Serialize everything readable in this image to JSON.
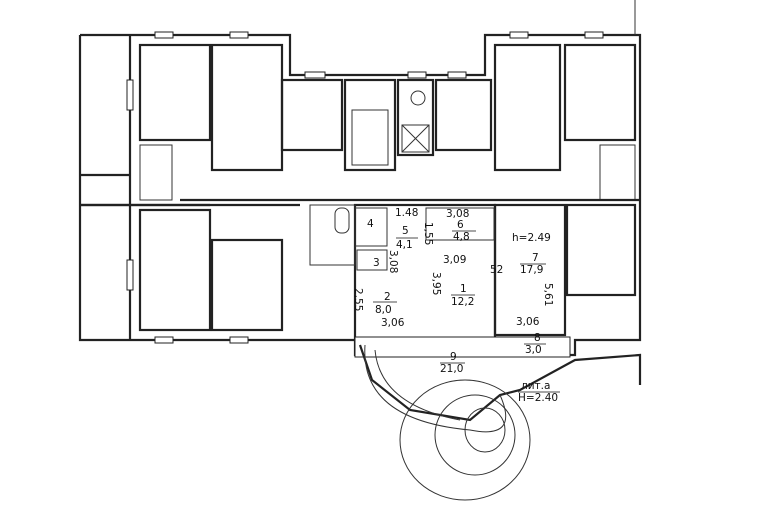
{
  "rooms": [
    {
      "number": "1",
      "area": "12,2"
    },
    {
      "number": "2",
      "area": "8,0"
    },
    {
      "number": "3"
    },
    {
      "number": "4"
    },
    {
      "number": "5",
      "area": "4,1"
    },
    {
      "number": "6",
      "area": "4,8"
    },
    {
      "number": "7",
      "area": "17,9"
    },
    {
      "number": "8",
      "area": "3,0"
    },
    {
      "number": "9",
      "area": "21,0"
    }
  ],
  "dimensions": {
    "d_1_48": "1.48",
    "d_1_55": "1,55",
    "d_3_08_top": "3,08",
    "d_3_08_v": "3,08",
    "d_3_09": "3,09",
    "d_3_95": "3,95",
    "d_2_55": "2,55",
    "d_3_06_left": "3,06",
    "d_3_06_right": "3,06",
    "d_5_61": "5,61",
    "d_52": "52"
  },
  "heights": {
    "main": "h=2.49",
    "annex_label": "лит.а",
    "annex_height": "H=2.40"
  }
}
